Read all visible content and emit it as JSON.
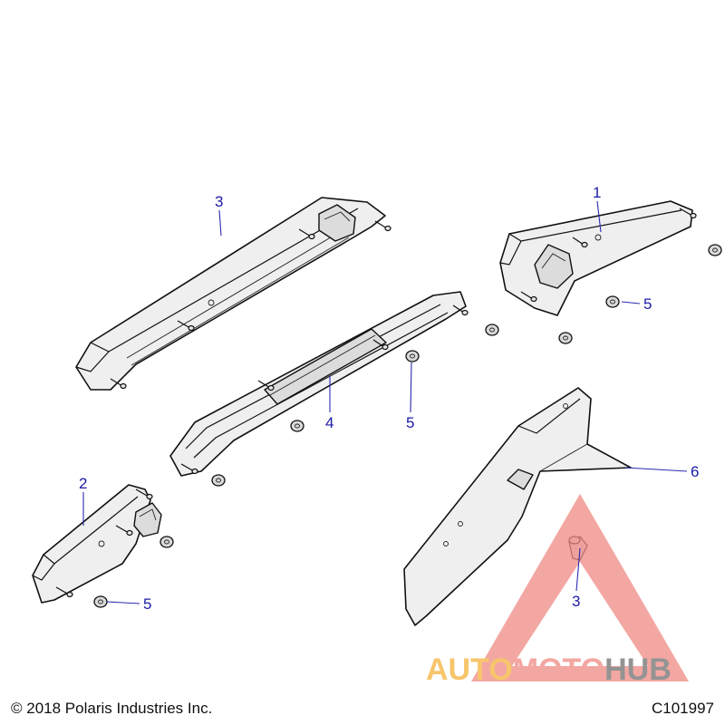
{
  "diagram": {
    "callouts": [
      {
        "id": "c1",
        "label": "1"
      },
      {
        "id": "c2",
        "label": "2"
      },
      {
        "id": "c3a",
        "label": "3"
      },
      {
        "id": "c3b",
        "label": "3"
      },
      {
        "id": "c4",
        "label": "4"
      },
      {
        "id": "c5a",
        "label": "5"
      },
      {
        "id": "c5b",
        "label": "5"
      },
      {
        "id": "c5c",
        "label": "5"
      },
      {
        "id": "c6",
        "label": "6"
      }
    ],
    "footer": {
      "copyright": "© 2018 Polaris Industries Inc.",
      "drawing_code": "C101997"
    },
    "watermark": {
      "word_1": "AUTO",
      "word_2": "MOTO",
      "word_3": "HUB",
      "colors": {
        "triangle": "#f08a84",
        "auto": "#f5b23a",
        "moto": "#f08a84",
        "hub": "#6f6f6f"
      }
    }
  }
}
